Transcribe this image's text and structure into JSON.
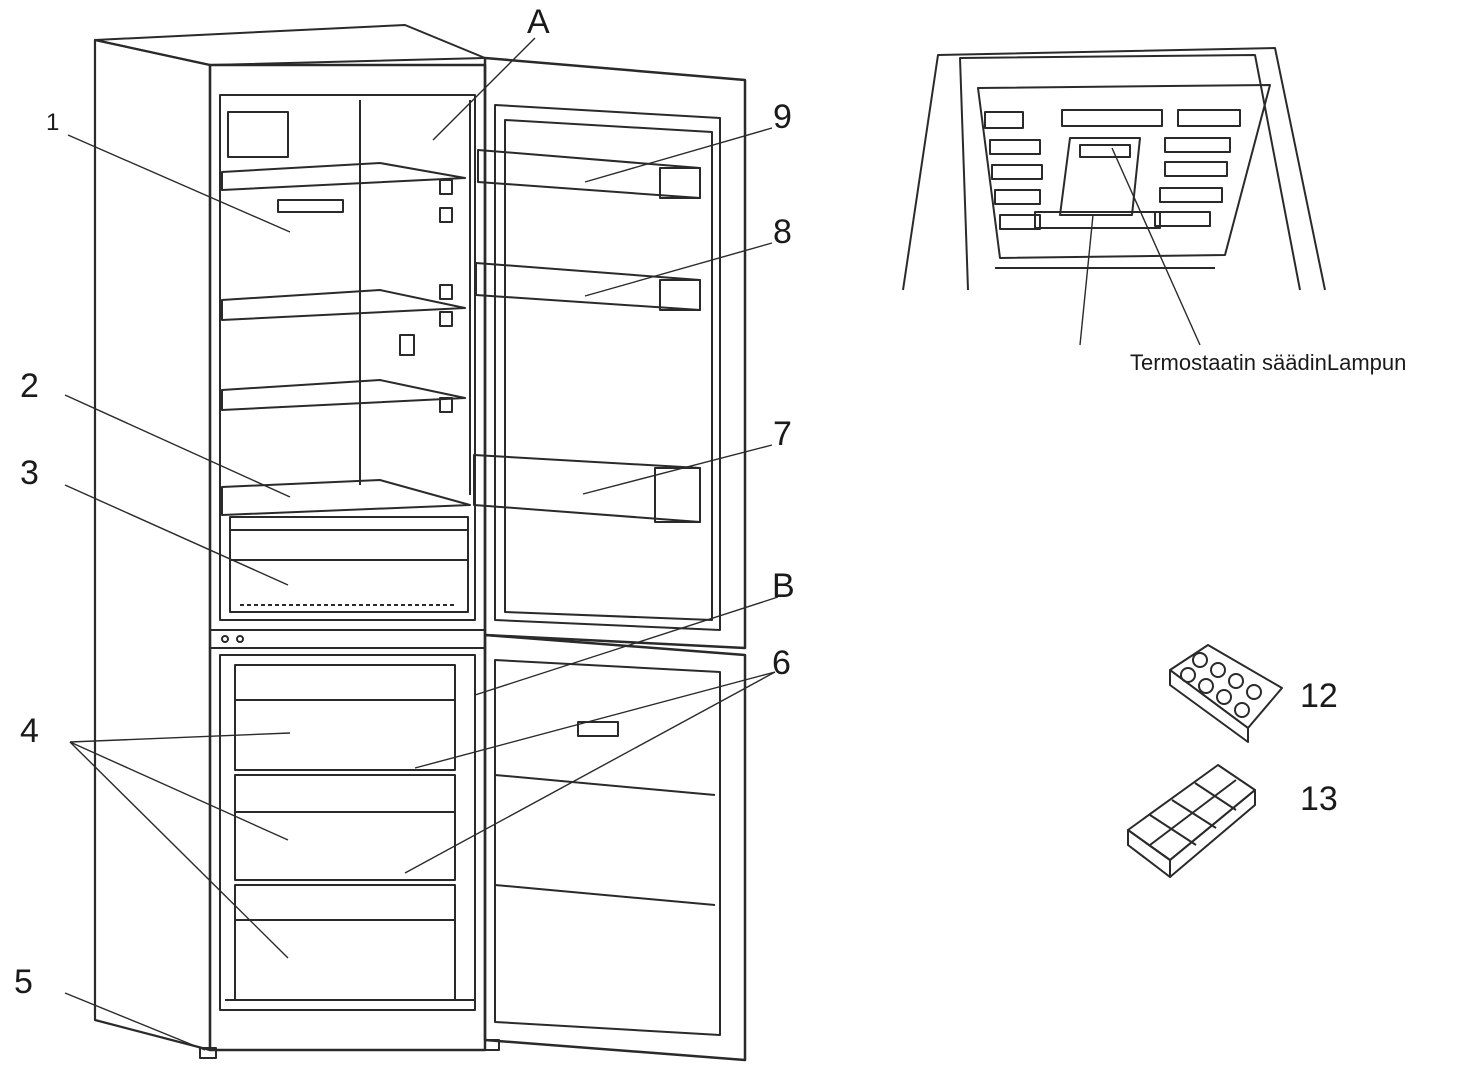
{
  "labels": {
    "n1": "1",
    "n2": "2",
    "n3": "3",
    "n4": "4",
    "n5": "5",
    "n6": "6",
    "n7": "7",
    "n8": "8",
    "n9": "9",
    "nA": "A",
    "nB": "B",
    "n12": "12",
    "n13": "13"
  },
  "inset_caption": "Termostaatin säädinLampun"
}
